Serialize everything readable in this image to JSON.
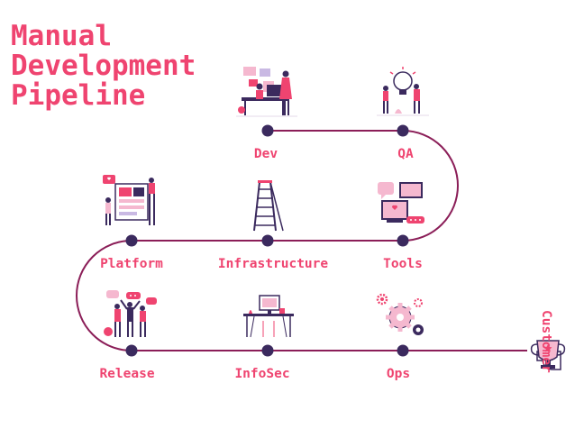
{
  "title": {
    "line1": "Manual",
    "line2": "Development",
    "line3": "Pipeline"
  },
  "stages": {
    "dev": "Dev",
    "qa": "QA",
    "tools": "Tools",
    "infrastructure": "Infrastructure",
    "platform": "Platform",
    "release": "Release",
    "infosec": "InfoSec",
    "ops": "Ops",
    "customer": "Customer"
  },
  "colors": {
    "accent": "#ef4470",
    "track": "#8b1e58",
    "node": "#3b2a5e",
    "pink_light": "#f5b8cf",
    "lavender": "#c9b9e3"
  },
  "icons": {
    "dev": "team-working-at-desk-illustration",
    "qa": "idea-lightbulb-illustration",
    "tools": "chat-devices-illustration",
    "infrastructure": "ladder-illustration",
    "platform": "dashboard-board-illustration",
    "release": "team-celebrating-illustration",
    "infosec": "workstation-desk-illustration",
    "ops": "gears-illustration",
    "customer": "trophy-icon"
  }
}
